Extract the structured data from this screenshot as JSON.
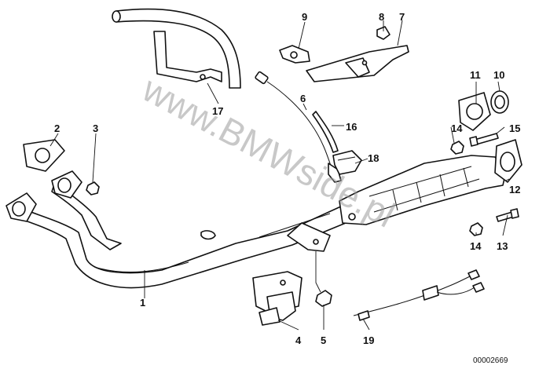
{
  "diagram": {
    "callouts": [
      "1",
      "2",
      "3",
      "4",
      "5",
      "6",
      "7",
      "8",
      "9",
      "10",
      "11",
      "12",
      "13",
      "14",
      "14",
      "15",
      "16",
      "17",
      "18",
      "19"
    ],
    "watermark": "www.BMWside.pl",
    "diagram_code": "00002669"
  }
}
